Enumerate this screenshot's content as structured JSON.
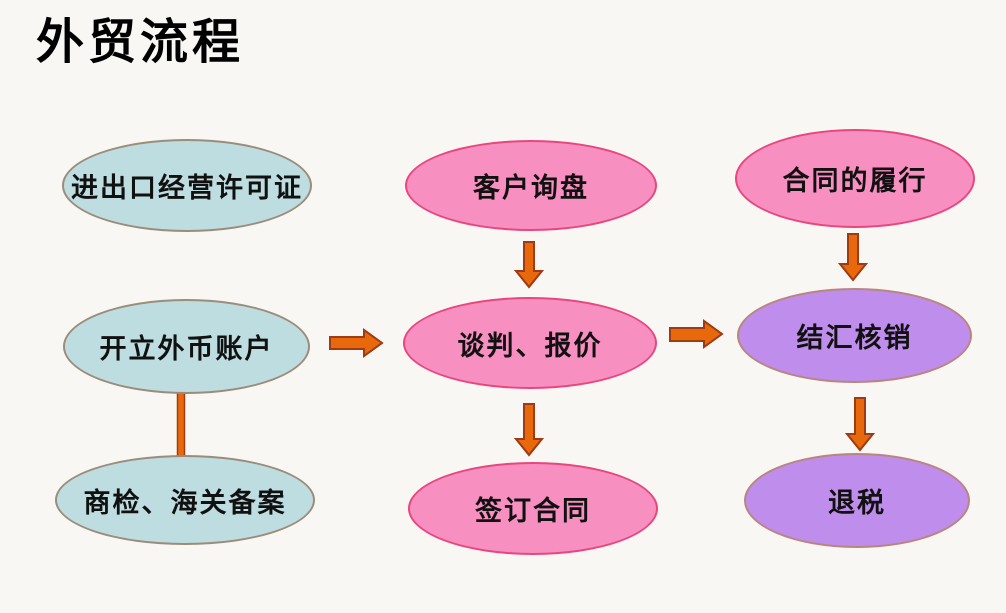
{
  "title": "外贸流程",
  "colors": {
    "background": "#f8f7f4",
    "title_text": "#000000",
    "node_text": "#111111",
    "blue_fill": "#bedde0",
    "blue_border": "#9b8c7b",
    "pink_fill": "#f78fc0",
    "pink_border": "#e9467e",
    "purple_fill": "#bf8deb",
    "purple_border": "#b9857f",
    "arrow_fill": "#e8690c",
    "arrow_stroke": "#9e3a14"
  },
  "nodes": [
    {
      "id": "license",
      "label": "进出口经营许可证",
      "column": "left",
      "color": "blue"
    },
    {
      "id": "account",
      "label": "开立外币账户",
      "column": "left",
      "color": "blue"
    },
    {
      "id": "inspect",
      "label": "商检、海关备案",
      "column": "left",
      "color": "blue"
    },
    {
      "id": "inquiry",
      "label": "客户询盘",
      "column": "middle",
      "color": "pink"
    },
    {
      "id": "negotiate",
      "label": "谈判、报价",
      "column": "middle",
      "color": "pink"
    },
    {
      "id": "sign",
      "label": "签订合同",
      "column": "middle",
      "color": "pink"
    },
    {
      "id": "perform",
      "label": "合同的履行",
      "column": "right",
      "color": "pink"
    },
    {
      "id": "settle",
      "label": "结汇核销",
      "column": "right",
      "color": "purple"
    },
    {
      "id": "refund",
      "label": "退税",
      "column": "right",
      "color": "purple"
    }
  ],
  "edges": [
    {
      "from": "inquiry",
      "to": "negotiate",
      "type": "arrow",
      "direction": "down"
    },
    {
      "from": "account",
      "to": "negotiate",
      "type": "arrow",
      "direction": "right"
    },
    {
      "from": "account",
      "to": "inspect",
      "type": "line",
      "direction": "down"
    },
    {
      "from": "negotiate",
      "to": "settle",
      "type": "arrow",
      "direction": "right"
    },
    {
      "from": "negotiate",
      "to": "sign",
      "type": "arrow",
      "direction": "down"
    },
    {
      "from": "perform",
      "to": "settle",
      "type": "arrow",
      "direction": "down"
    },
    {
      "from": "settle",
      "to": "refund",
      "type": "arrow",
      "direction": "down"
    }
  ]
}
